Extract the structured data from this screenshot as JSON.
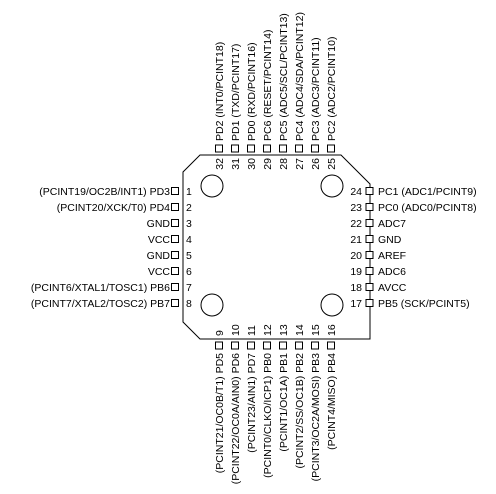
{
  "left_pins": [
    {
      "num": "1",
      "label": "(PCINT19/OC2B/INT1) PD3"
    },
    {
      "num": "2",
      "label": "(PCINT20/XCK/T0) PD4"
    },
    {
      "num": "3",
      "label": "GND"
    },
    {
      "num": "4",
      "label": "VCC"
    },
    {
      "num": "5",
      "label": "GND"
    },
    {
      "num": "6",
      "label": "VCC"
    },
    {
      "num": "7",
      "label": "(PCINT6/XTAL1/TOSC1) PB6"
    },
    {
      "num": "8",
      "label": "(PCINT7/XTAL2/TOSC2) PB7"
    }
  ],
  "bottom_pins": [
    {
      "num": "9",
      "label": "(PCINT21/OC0B/T1) PD5"
    },
    {
      "num": "10",
      "label": "(PCINT22/OC0A/AIN0) PD6"
    },
    {
      "num": "11",
      "label": "(PCINT23/AIN1) PD7"
    },
    {
      "num": "12",
      "label": "(PCINT0/CLKO/ICP1) PB0"
    },
    {
      "num": "13",
      "label": "(PCINT1/OC1A) PB1"
    },
    {
      "num": "14",
      "label": "(PCINT2/SS/OC1B) PB2"
    },
    {
      "num": "15",
      "label": "(PCINT3/OC2A/MOSI) PB3"
    },
    {
      "num": "16",
      "label": "(PCINT4/MISO) PB4"
    }
  ],
  "right_pins": [
    {
      "num": "17",
      "label": "PB5 (SCK/PCINT5)"
    },
    {
      "num": "18",
      "label": "AVCC"
    },
    {
      "num": "19",
      "label": "ADC6"
    },
    {
      "num": "20",
      "label": "AREF"
    },
    {
      "num": "21",
      "label": "GND"
    },
    {
      "num": "22",
      "label": "ADC7"
    },
    {
      "num": "23",
      "label": "PC0 (ADC0/PCINT8)"
    },
    {
      "num": "24",
      "label": "PC1 (ADC1/PCINT9)"
    }
  ],
  "top_pins": [
    {
      "num": "25",
      "label": "PC2 (ADC2/PCINT10)"
    },
    {
      "num": "26",
      "label": "PC3 (ADC3/PCINT11)"
    },
    {
      "num": "27",
      "label": "PC4 (ADC4/SDA/PCINT12)"
    },
    {
      "num": "28",
      "label": "PC5 (ADC5/SCL/PCINT13)"
    },
    {
      "num": "29",
      "label": "PC6 (RESET/PCINT14)"
    },
    {
      "num": "30",
      "label": "PD0 (RXD/PCINT16)"
    },
    {
      "num": "31",
      "label": "PD1 (TXD/PCINT17)"
    },
    {
      "num": "32",
      "label": "PD2 (INT0/PCINT18)"
    }
  ]
}
